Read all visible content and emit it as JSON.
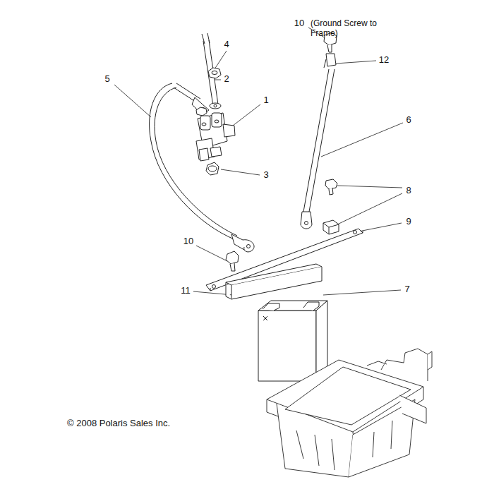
{
  "diagram": {
    "labels": [
      "10",
      "(Ground Screw to Frame)",
      "4",
      "12",
      "5",
      "2",
      "1",
      "6",
      "3",
      "8",
      "9",
      "10",
      "7",
      "11",
      "© 2008 Polaris Sales Inc."
    ]
  }
}
